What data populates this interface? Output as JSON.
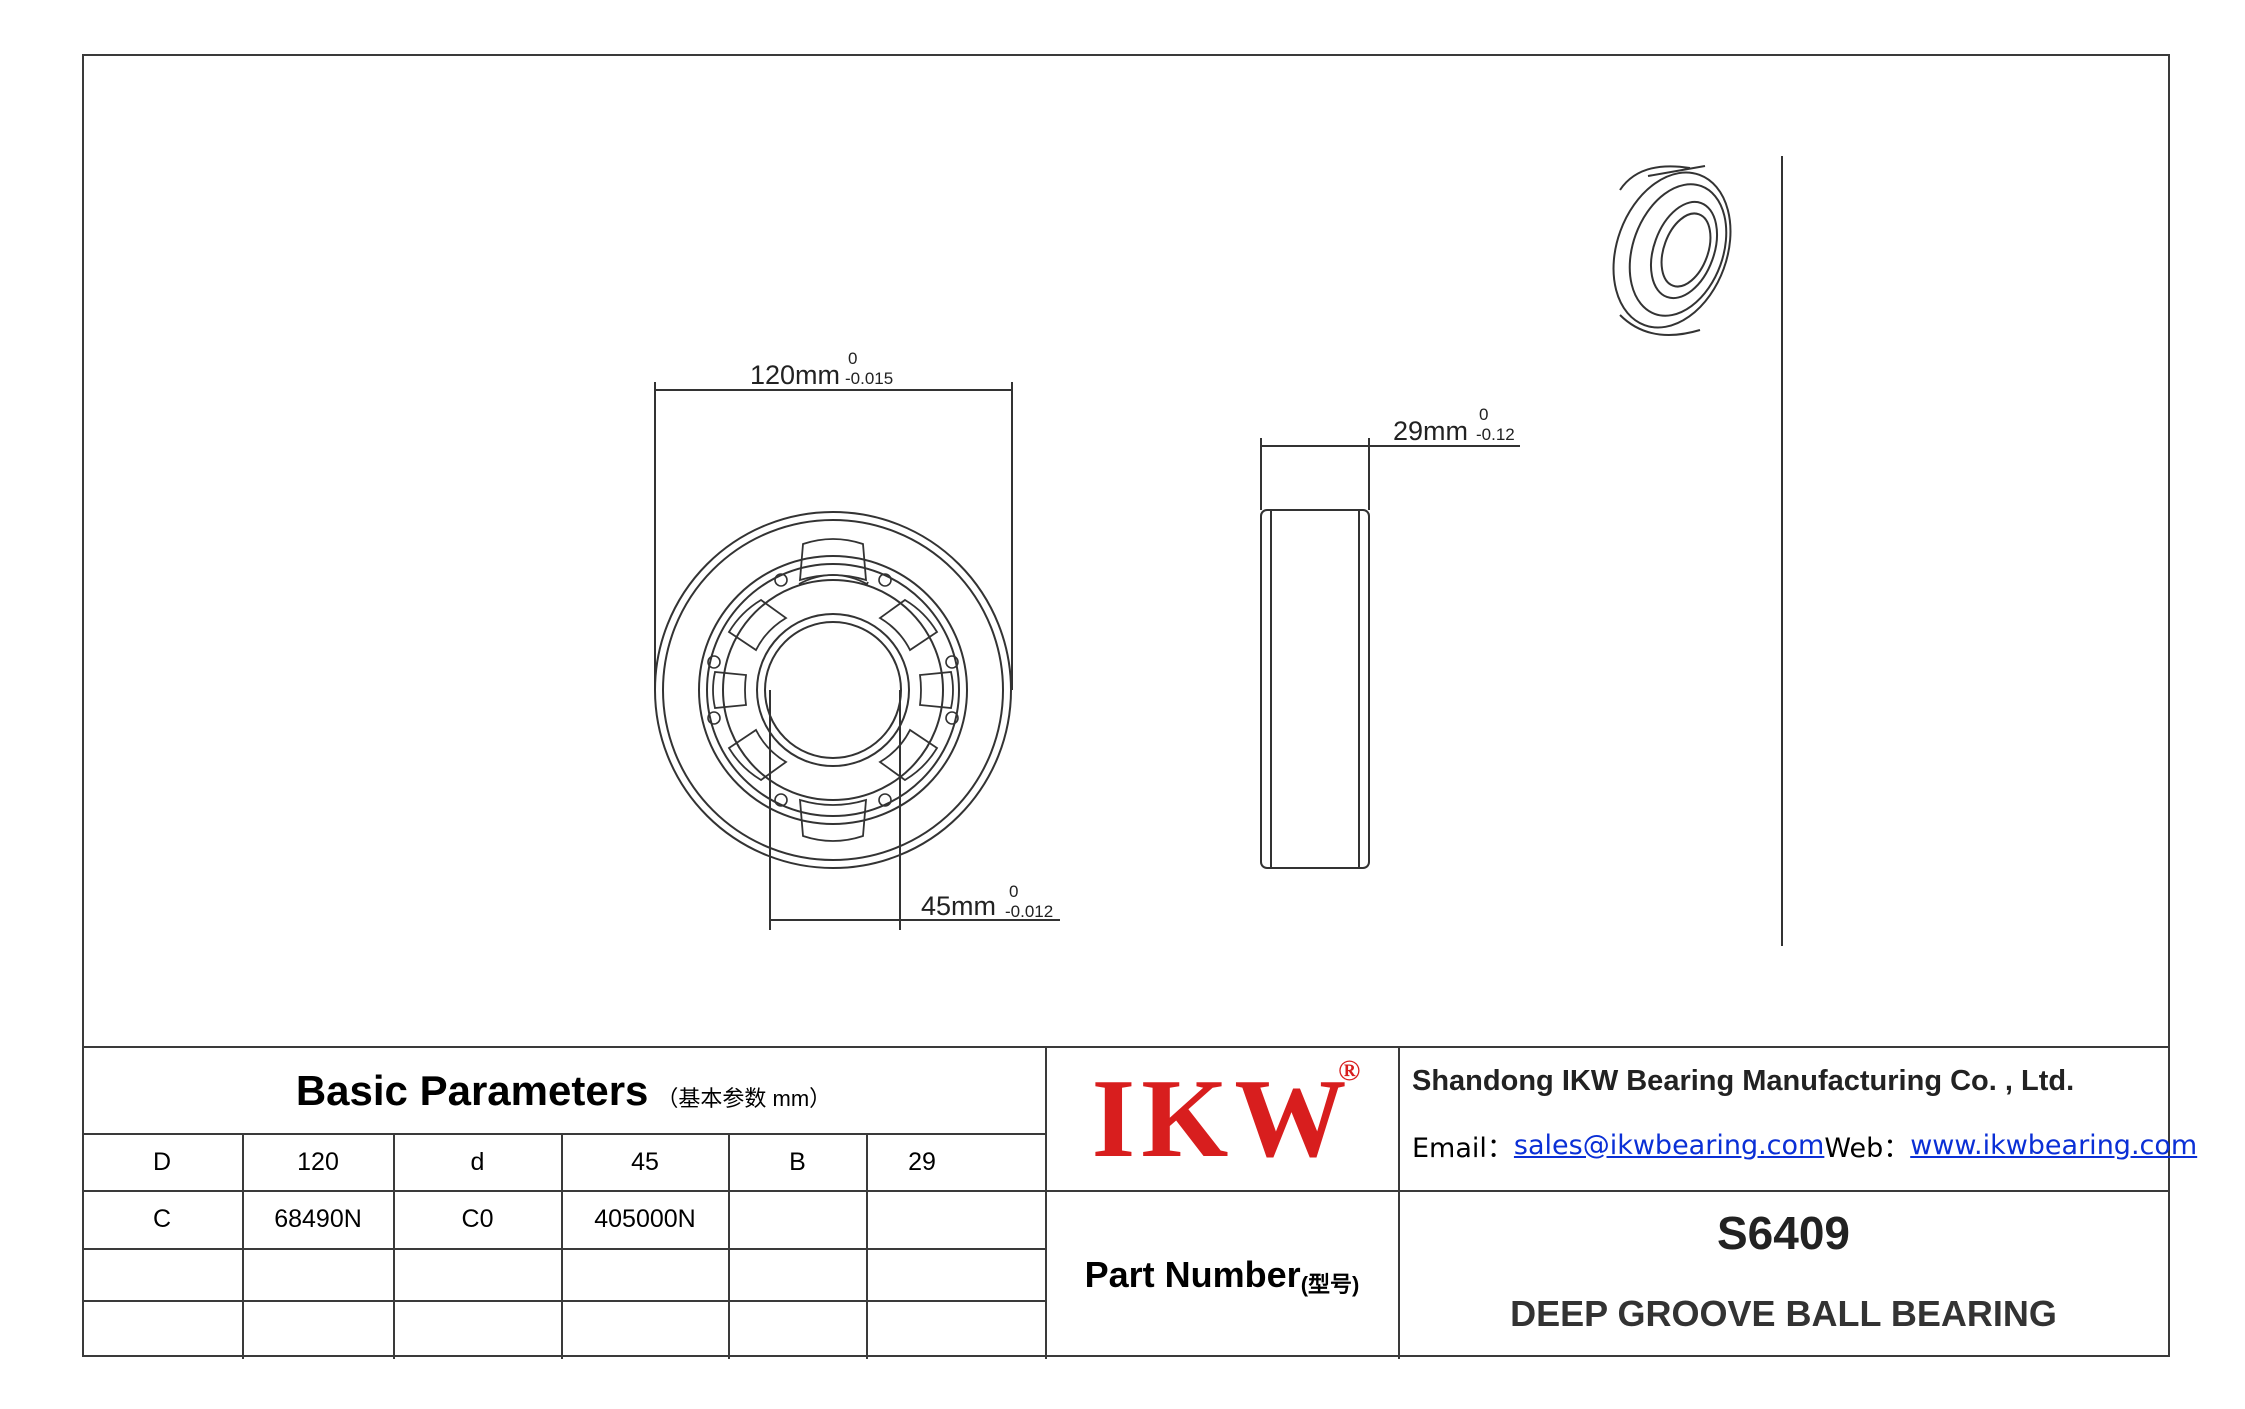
{
  "drawing": {
    "dim_outer": {
      "value": "120mm",
      "upper": "0",
      "lower": "-0.015"
    },
    "dim_inner": {
      "value": "45mm",
      "upper": "0",
      "lower": "-0.012"
    },
    "dim_width": {
      "value": "29mm",
      "upper": "0",
      "lower": "-0.12"
    }
  },
  "params": {
    "title": "Basic Parameters",
    "subtitle": "（基本参数 mm）",
    "rows": [
      [
        "D",
        "120",
        "d",
        "45",
        "B",
        "29"
      ],
      [
        "C",
        "68490N",
        "C0",
        "405000N",
        "",
        ""
      ],
      [
        "",
        "",
        "",
        "",
        "",
        ""
      ],
      [
        "",
        "",
        "",
        "",
        "",
        ""
      ]
    ]
  },
  "logo": {
    "text": "IKW",
    "registered": "®",
    "color": "#d81e1e"
  },
  "company": {
    "name": "Shandong IKW Bearing Manufacturing Co. , Ltd.",
    "email_label": "Email：",
    "email": "sales@ikwbearing.com",
    "web_label": "Web：",
    "web": "www.ikwbearing.com",
    "link_color": "#0a2fd6"
  },
  "part": {
    "label": "Part Number",
    "label_sub": "(型号)",
    "number": "S6409",
    "description": "DEEP GROOVE BALL BEARING"
  }
}
